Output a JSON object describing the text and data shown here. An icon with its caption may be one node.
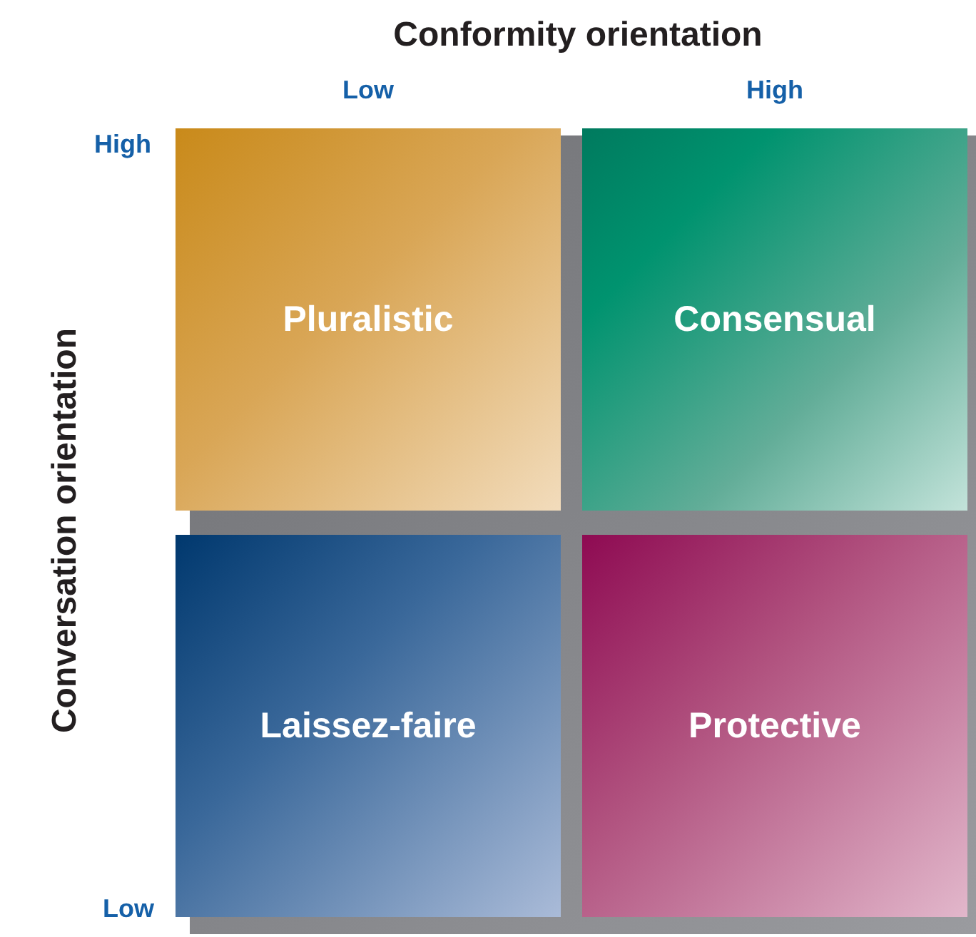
{
  "diagram": {
    "nodes": [
      {
        "text": [
          "Pluralistic"
        ]
      },
      {
        "text": [
          "Consensual"
        ]
      },
      {
        "text": [
          "Laissez-faire"
        ]
      },
      {
        "text": [
          "Protective"
        ]
      }
    ],
    "labels": [
      "Conformity orientation",
      "Low",
      "High",
      "High",
      "Conversation orientation",
      "Low"
    ]
  }
}
